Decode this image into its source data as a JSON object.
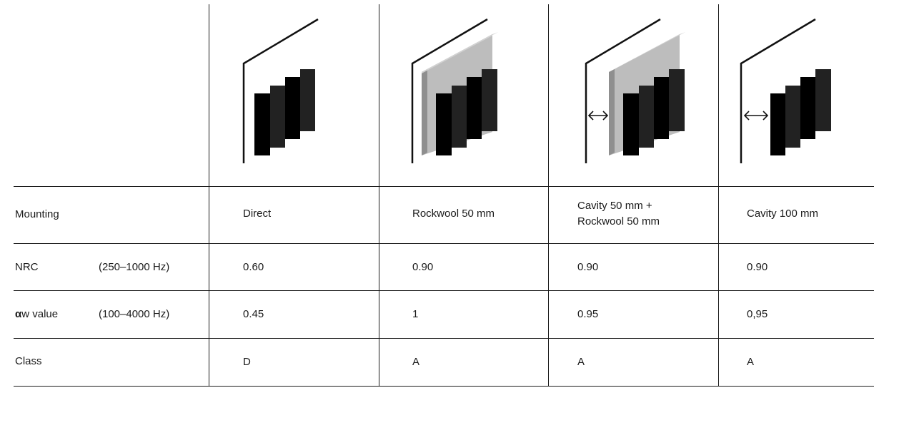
{
  "table": {
    "rows": {
      "mounting": {
        "label": "Mounting",
        "values": [
          "Direct",
          "Rockwool 50 mm",
          "Cavity 50 mm +",
          "Cavity 100 mm"
        ],
        "value_line2": "Rockwool 50 mm"
      },
      "nrc": {
        "label": "NRC",
        "range": "(250–1000 Hz)",
        "values": [
          "0.60",
          "0.90",
          "0.90",
          "0.90"
        ]
      },
      "aw": {
        "symbol": "α",
        "label": "w value",
        "range": "(100–4000 Hz)",
        "values": [
          "0.45",
          "1",
          "0.95",
          "0,95"
        ]
      },
      "class": {
        "label": "Class",
        "values": [
          "D",
          "A",
          "A",
          "A"
        ]
      }
    }
  },
  "illustrations": [
    {
      "icon": "direct-mount-icon",
      "insulation": false,
      "cavity": false
    },
    {
      "icon": "rockwool-mount-icon",
      "insulation": true,
      "cavity": false
    },
    {
      "icon": "cavity-rockwool-mount-icon",
      "insulation": true,
      "cavity": true
    },
    {
      "icon": "cavity-mount-icon",
      "insulation": false,
      "cavity": true
    }
  ],
  "colors": {
    "line": "#1a1a1a",
    "panel_black": "#000000",
    "panel_dark": "#222222",
    "insulation_front": "#bdbdbd",
    "insulation_top": "#d2d2d2",
    "insulation_side": "#8f8f8f"
  }
}
